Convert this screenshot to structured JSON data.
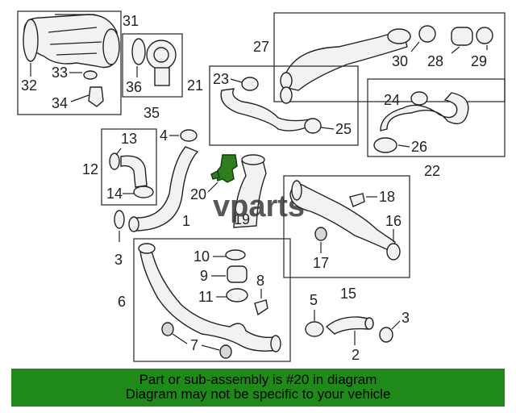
{
  "watermark": "vparts",
  "highlighted_part": "20",
  "footer": {
    "line1": "Part or sub-assembly is #20 in diagram",
    "line2": "Diagram may not be specific to your vehicle"
  },
  "callouts": {
    "c1": "1",
    "c2": "2",
    "c3a": "3",
    "c3b": "3",
    "c4": "4",
    "c5": "5",
    "c6": "6",
    "c7": "7",
    "c8": "8",
    "c9": "9",
    "c10": "10",
    "c11": "11",
    "c12": "12",
    "c13": "13",
    "c14": "14",
    "c15": "15",
    "c16": "16",
    "c17": "17",
    "c18": "18",
    "c19": "19",
    "c20": "20",
    "c21": "21",
    "c22": "22",
    "c23": "23",
    "c24": "24",
    "c25": "25",
    "c26": "26",
    "c27": "27",
    "c28": "28",
    "c29": "29",
    "c30": "30",
    "c31": "31",
    "c32": "32",
    "c33": "33",
    "c34": "34",
    "c35": "35",
    "c36": "36"
  },
  "colors": {
    "highlight": "#2e7d1e",
    "footer_bg": "#1f8a1a"
  }
}
